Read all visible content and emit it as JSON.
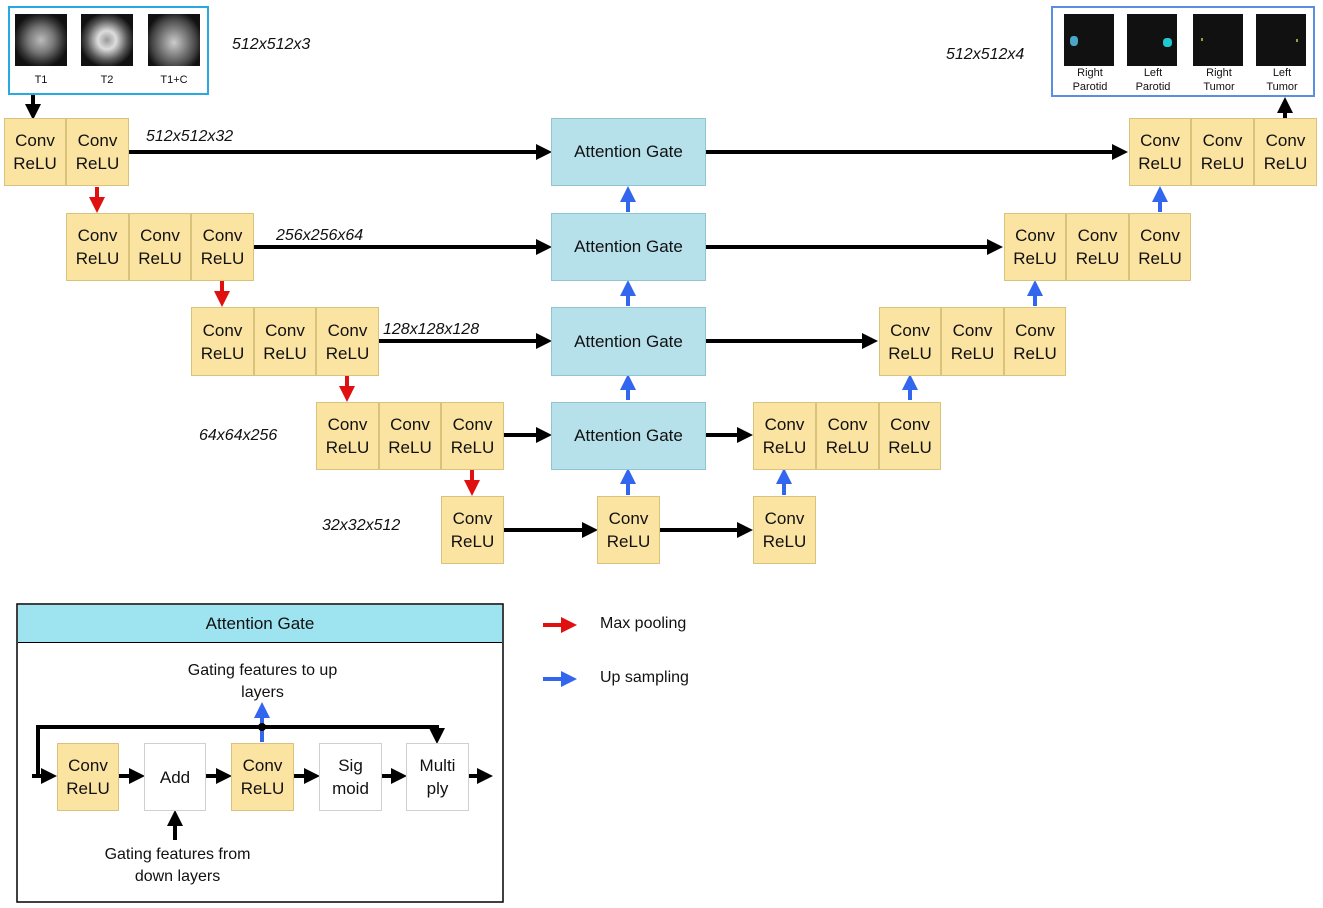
{
  "block": {
    "line1": "Conv",
    "line2": "ReLU"
  },
  "attention_gate_label": "Attention Gate",
  "dims": {
    "input": "512x512x3",
    "output": "512x512x4",
    "level1": "512x512x32",
    "level2": "256x256x64",
    "level3": "128x128x128",
    "level4": "64x64x256",
    "level5": "32x32x512"
  },
  "inputs": [
    "T1",
    "T2",
    "T1+C"
  ],
  "outputs": [
    {
      "line1": "Right",
      "line2": "Parotid"
    },
    {
      "line1": "Left",
      "line2": "Parotid"
    },
    {
      "line1": "Right",
      "line2": "Tumor"
    },
    {
      "line1": "Left",
      "line2": "Tumor"
    }
  ],
  "legend": {
    "max_pooling": "Max pooling",
    "up_sampling": "Up sampling"
  },
  "detail": {
    "title": "Attention Gate",
    "add": "Add",
    "sigmoid_line1": "Sig",
    "sigmoid_line2": "moid",
    "multiply_line1": "Multi",
    "multiply_line2": "ply",
    "gating_up_line1": "Gating features to up",
    "gating_up_line2": "layers",
    "gating_down_line1": "Gating features from",
    "gating_down_line2": "down layers"
  },
  "colors": {
    "block": "#fbe3a1",
    "gate": "#b6e0ea",
    "red": "#e01010",
    "blue": "#3366ee",
    "input_border": "#2aa8e0",
    "output_border": "#5a8ee0"
  }
}
